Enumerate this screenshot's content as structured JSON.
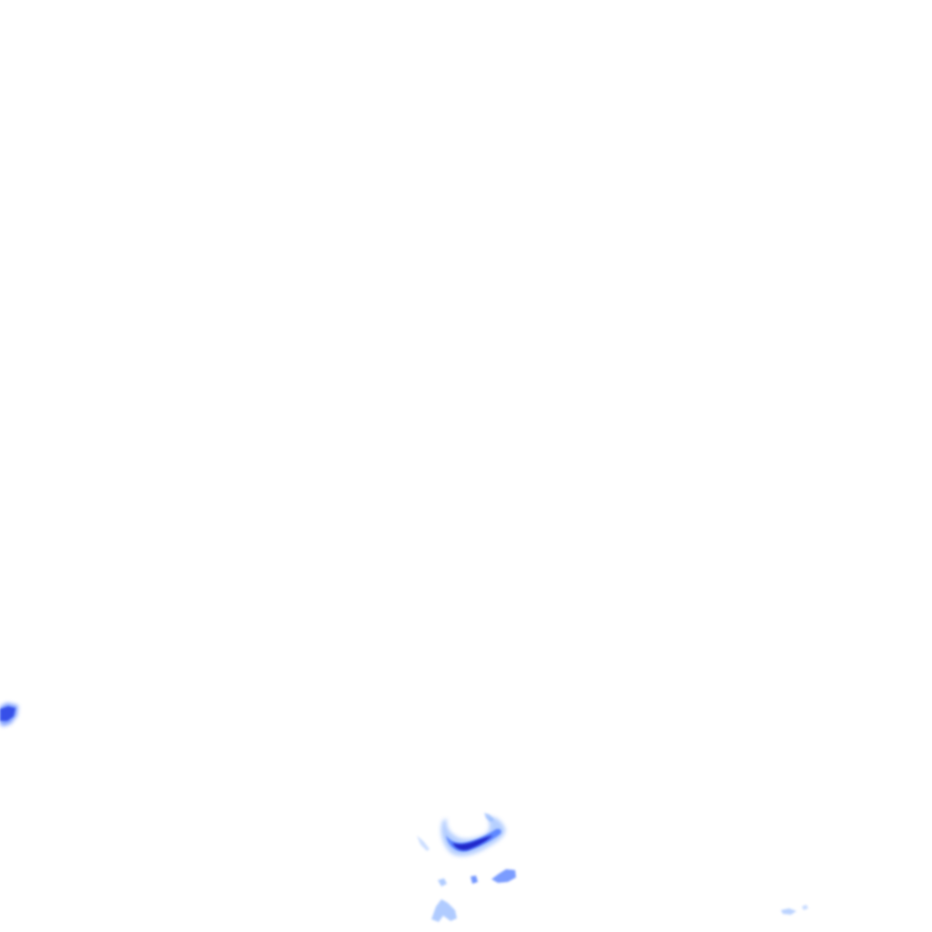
{
  "layer": {
    "kind": "precipitation-radar-overlay",
    "background_color": "#ffffff"
  },
  "palette": {
    "light": "#8fb6ff",
    "medium": "#4f7bff",
    "strong": "#2d46e6",
    "core": "#1d22c7"
  },
  "echoes": [
    {
      "name": "echo-west-edge",
      "intensity": "strong"
    },
    {
      "name": "echo-south-arc",
      "intensity": "core"
    },
    {
      "name": "echo-south-fragments",
      "intensity": "medium"
    },
    {
      "name": "echo-south-lower",
      "intensity": "light"
    },
    {
      "name": "echo-southeast-speck",
      "intensity": "light"
    }
  ]
}
